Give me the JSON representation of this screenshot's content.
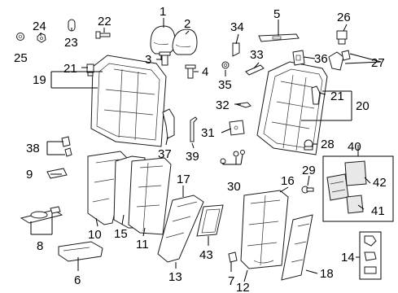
{
  "callouts": [
    "1",
    "2",
    "3",
    "4",
    "5",
    "6",
    "7",
    "8",
    "9",
    "10",
    "11",
    "12",
    "13",
    "14",
    "15",
    "16",
    "17",
    "18",
    "19",
    "20",
    "21",
    "21",
    "22",
    "23",
    "24",
    "25",
    "26",
    "27",
    "28",
    "29",
    "30",
    "31",
    "32",
    "33",
    "34",
    "35",
    "36",
    "37",
    "38",
    "39",
    "40",
    "41",
    "42",
    "43"
  ]
}
